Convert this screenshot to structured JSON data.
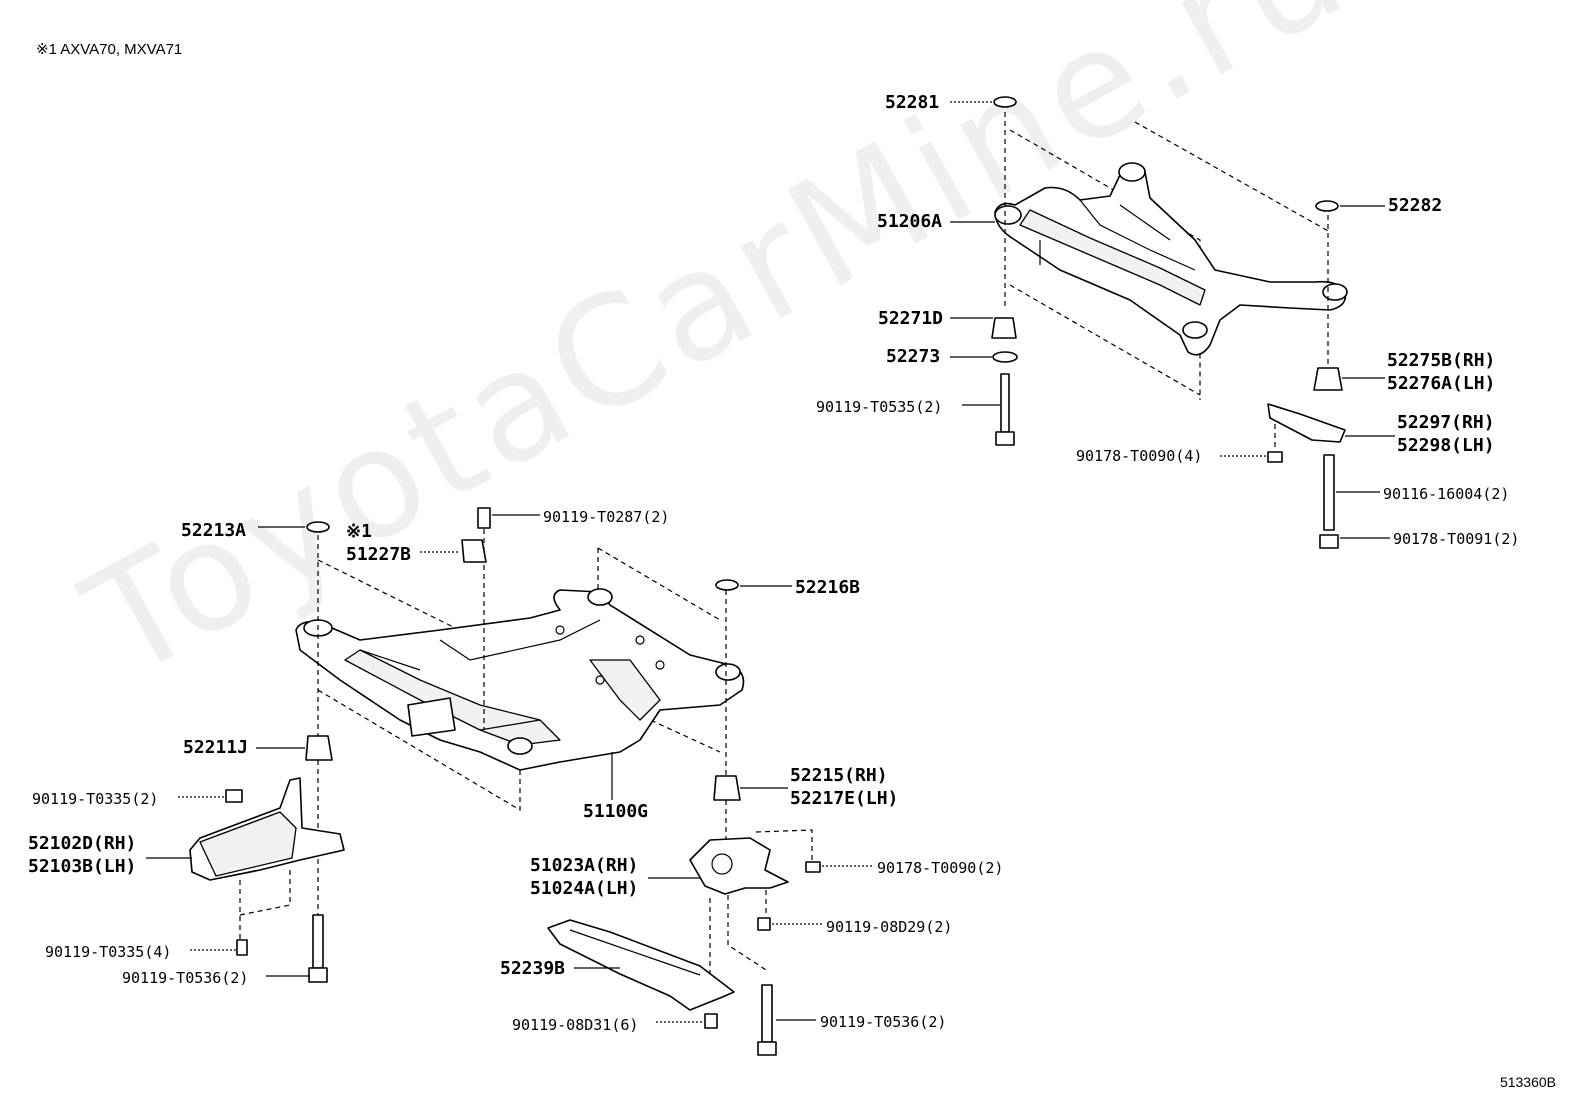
{
  "diagram": {
    "note": "※1 AXVA70, MXVA71",
    "ref_code": "513360B",
    "watermark": "ToyotaCarMine.ru",
    "callouts": [
      {
        "id": "52281",
        "text": "52281"
      },
      {
        "id": "51206A",
        "text": "51206A"
      },
      {
        "id": "52282",
        "text": "52282"
      },
      {
        "id": "52271D",
        "text": "52271D"
      },
      {
        "id": "52273",
        "text": "52273"
      },
      {
        "id": "90119-T0535",
        "text": "90119-T0535(2)"
      },
      {
        "id": "52275B",
        "text": "52275B(RH)\n52276A(LH)"
      },
      {
        "id": "52297",
        "text": "52297(RH)\n52298(LH)"
      },
      {
        "id": "90178-T0090-4",
        "text": "90178-T0090(4)"
      },
      {
        "id": "90116-16004",
        "text": "90116-16004(2)"
      },
      {
        "id": "90178-T0091",
        "text": "90178-T0091(2)"
      },
      {
        "id": "52213A",
        "text": "52213A"
      },
      {
        "id": "51227B",
        "text": "※1\n51227B"
      },
      {
        "id": "90119-T0287",
        "text": "90119-T0287(2)"
      },
      {
        "id": "52216B",
        "text": "52216B"
      },
      {
        "id": "52211J",
        "text": "52211J"
      },
      {
        "id": "90119-T0335-2",
        "text": "90119-T0335(2)"
      },
      {
        "id": "51100G",
        "text": "51100G"
      },
      {
        "id": "52215",
        "text": "52215(RH)\n52217E(LH)"
      },
      {
        "id": "52102D",
        "text": "52102D(RH)\n52103B(LH)"
      },
      {
        "id": "51023A",
        "text": "51023A(RH)\n51024A(LH)"
      },
      {
        "id": "90178-T0090-2",
        "text": "90178-T0090(2)"
      },
      {
        "id": "90119-08D29",
        "text": "90119-08D29(2)"
      },
      {
        "id": "90119-T0335-4",
        "text": "90119-T0335(4)"
      },
      {
        "id": "90119-T0536-L",
        "text": "90119-T0536(2)"
      },
      {
        "id": "52239B",
        "text": "52239B"
      },
      {
        "id": "90119-08D31",
        "text": "90119-08D31(6)"
      },
      {
        "id": "90119-T0536-R",
        "text": "90119-T0536(2)"
      }
    ]
  }
}
